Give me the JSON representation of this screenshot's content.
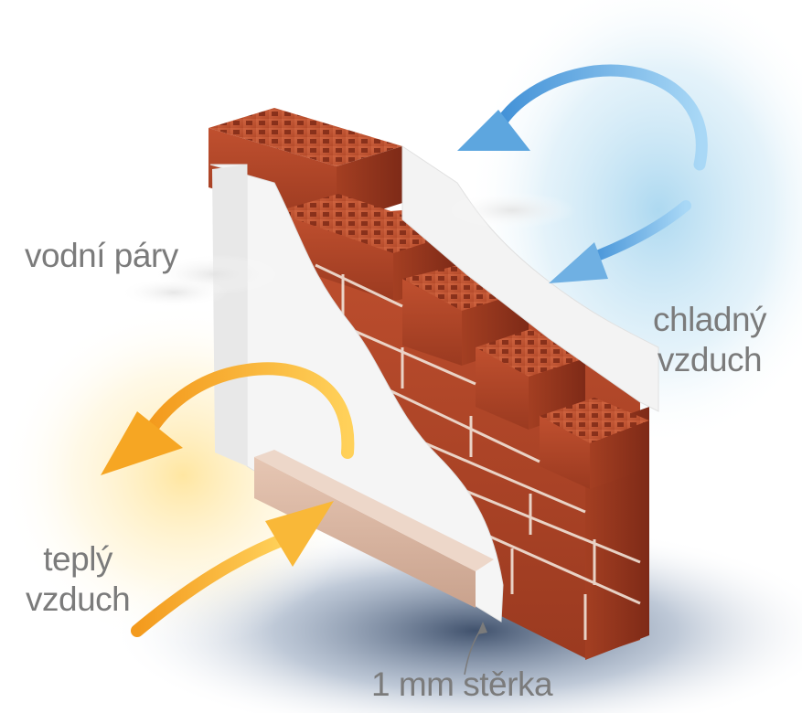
{
  "labels": {
    "water_vapor": "vodní páry",
    "cold_air_line1": "chladný",
    "cold_air_line2": "vzduch",
    "warm_air_line1": "teplý",
    "warm_air_line2": "vzduch",
    "plaster": "1 mm stěrka"
  },
  "colors": {
    "brick": "#b5452a",
    "brick_dark": "#7e2a17",
    "brick_top": "#c8593a",
    "insulation": "#f4f4f4",
    "board": "#dbb8a3",
    "warm_arrow": "#f6a623",
    "cold_arrow": "#5da6df",
    "label_text": "#7b7b7b"
  }
}
